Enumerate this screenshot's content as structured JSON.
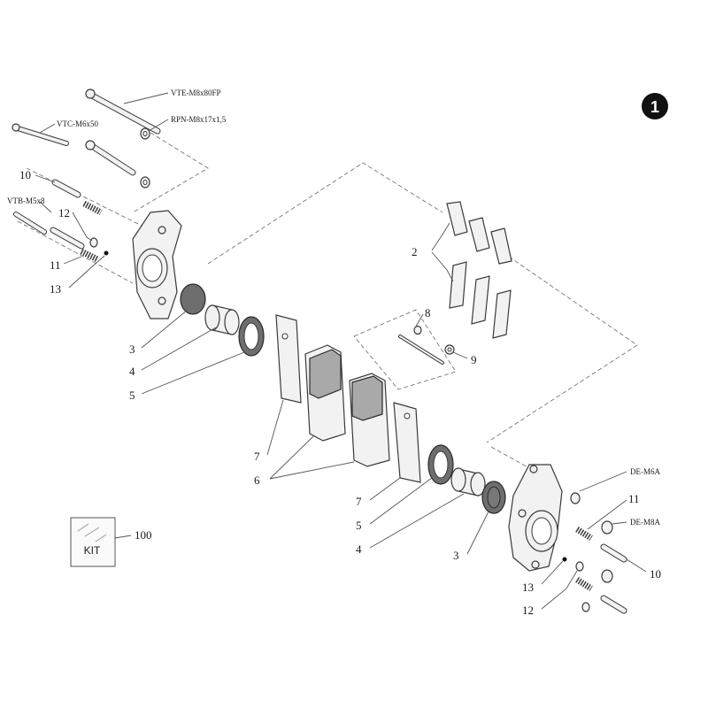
{
  "diagram": {
    "page_badge": "1",
    "kit": {
      "label": "KIT",
      "number": "100"
    },
    "codes": {
      "vte": "VTE-M8x80FP",
      "rpn": "RPN-M8x17x1,5",
      "vtc": "VTC-M6x50",
      "vtb": "VTB-M5x8",
      "de_m6": "DE-M6A",
      "de_m8": "DE-M8A"
    },
    "callouts": {
      "n2": "2",
      "n3": "3",
      "n4": "4",
      "n5": "5",
      "n6": "6",
      "n7": "7",
      "n8": "8",
      "n9": "9",
      "n10": "10",
      "n11": "11",
      "n12": "12",
      "n13": "13"
    }
  }
}
